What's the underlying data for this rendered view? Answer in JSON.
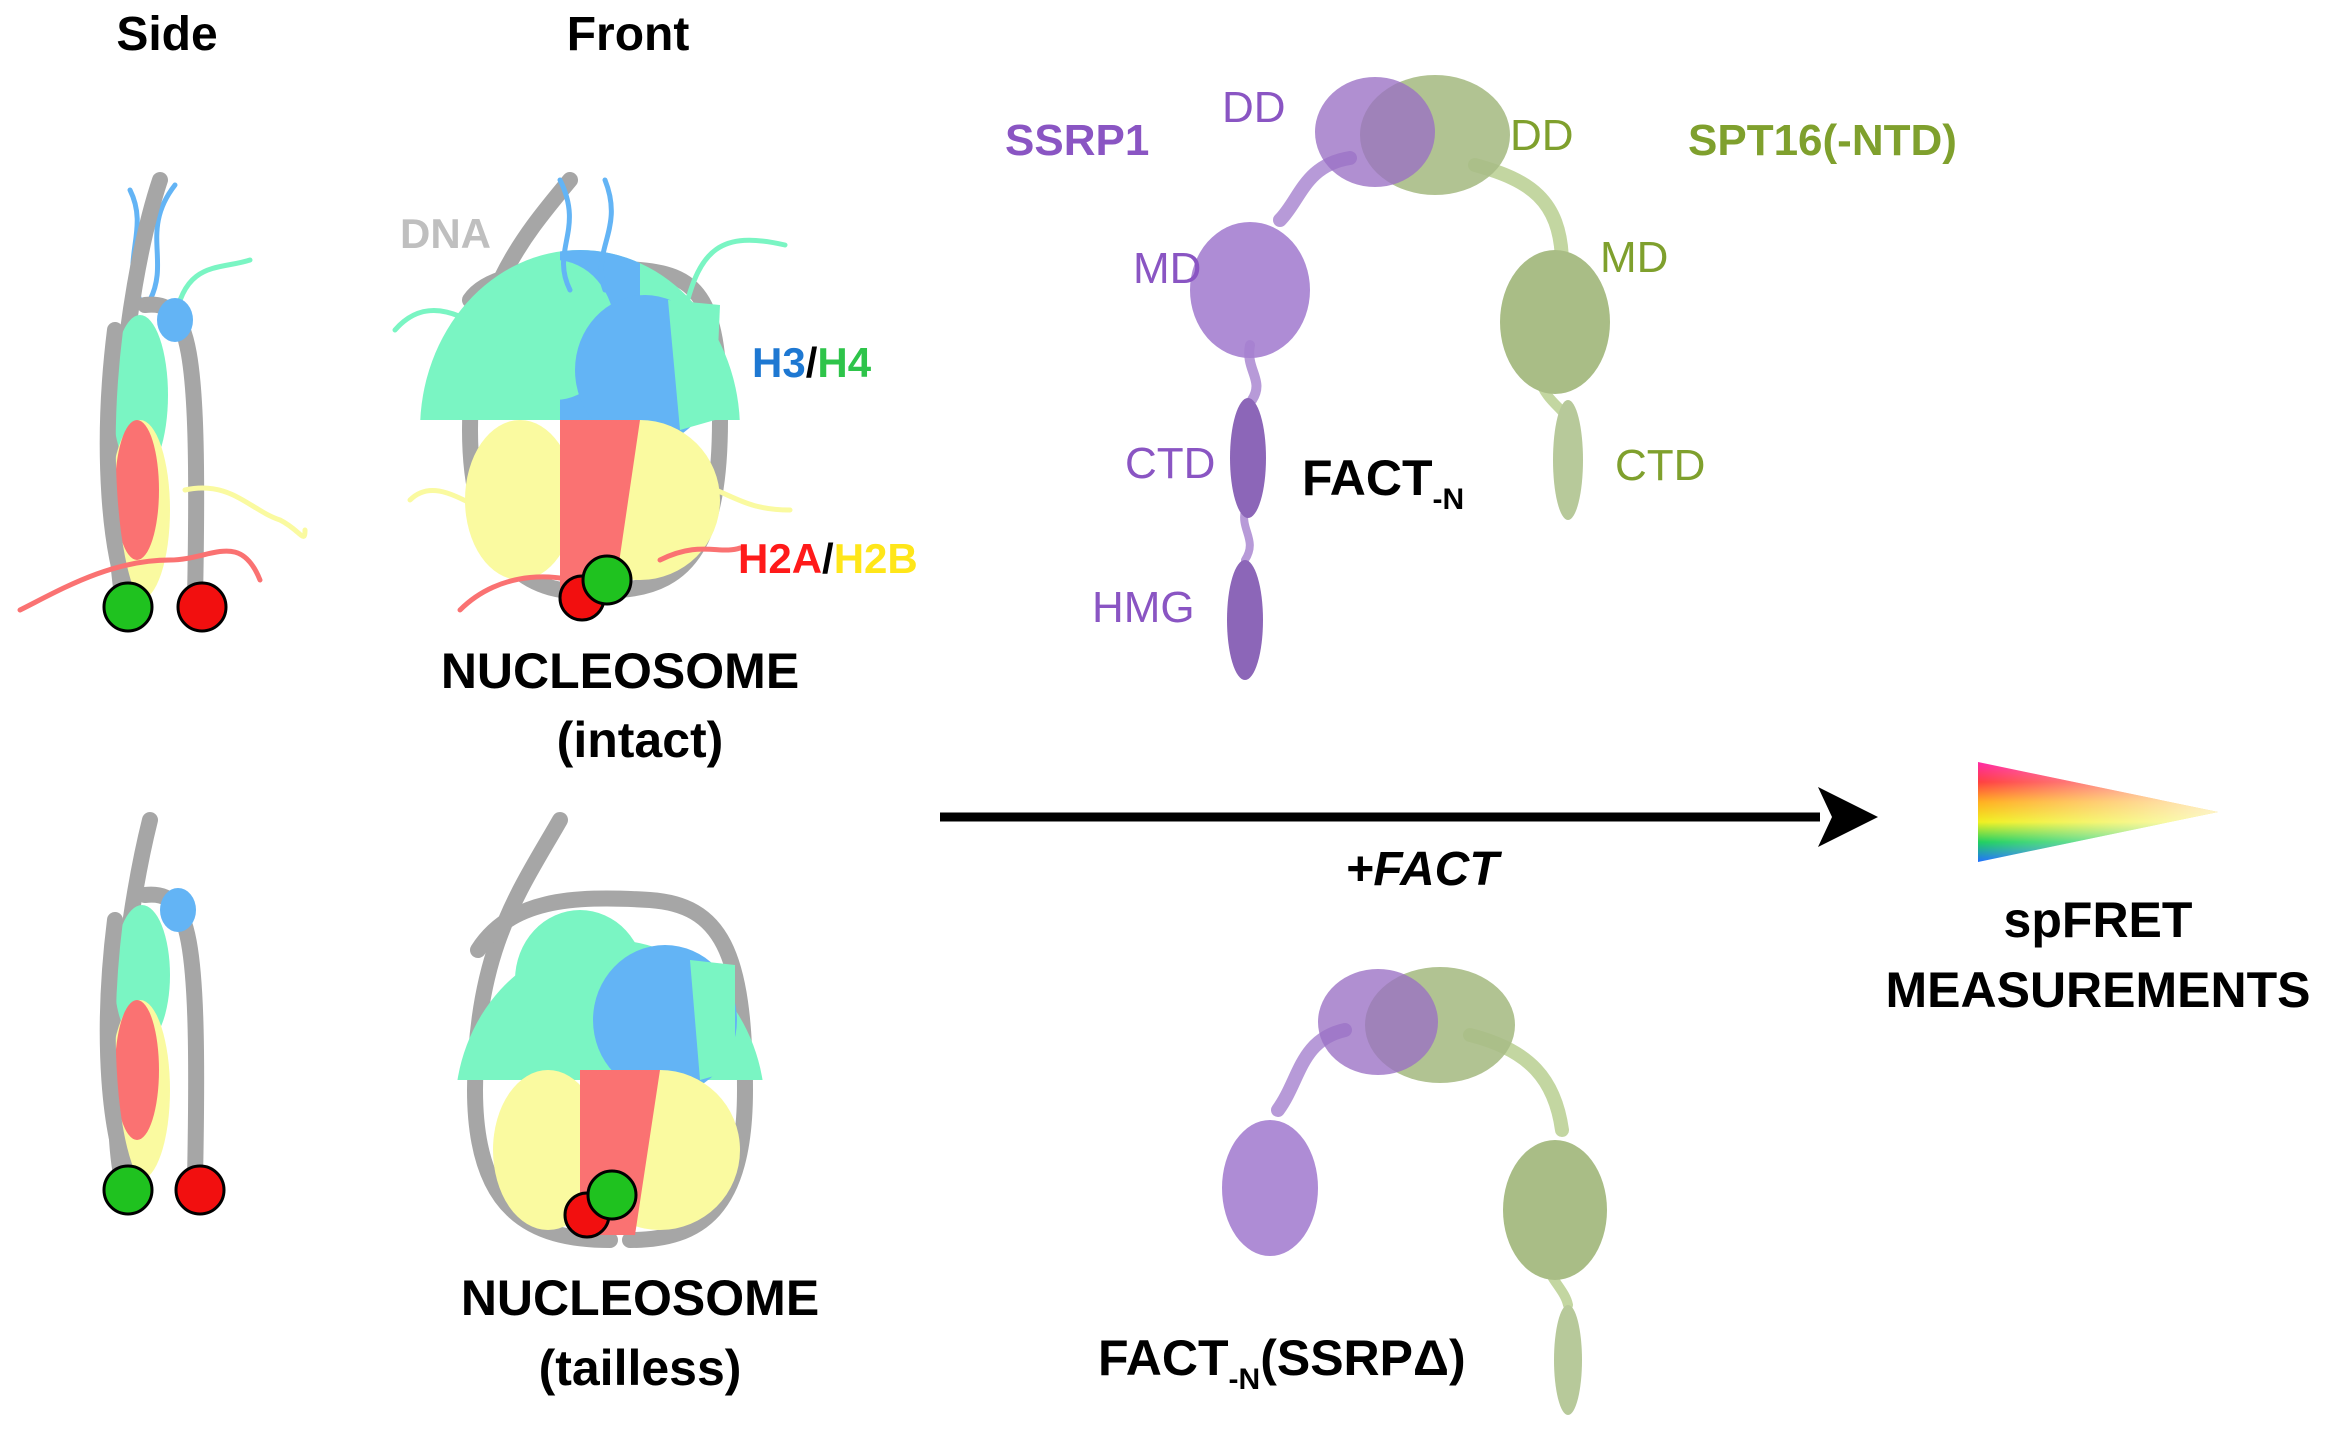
{
  "labels": {
    "side": "Side",
    "front": "Front",
    "dna": "DNA",
    "h3": "H3",
    "slash": "/",
    "h4": "H4",
    "h2a": "H2A",
    "h2b": "H2B",
    "nucleosome_intact_l1": "NUCLEOSOME",
    "nucleosome_intact_l2": "(intact)",
    "nucleosome_tailless_l1": "NUCLEOSOME",
    "nucleosome_tailless_l2": "(tailless)",
    "ssrp1": "SSRP1",
    "spt16": "SPT16(-NTD)",
    "dd_left": "DD",
    "dd_right": "DD",
    "md_left": "MD",
    "md_right": "MD",
    "ctd_left": "CTD",
    "ctd_right": "CTD",
    "hmg": "HMG",
    "fact_n_main": "FACT",
    "fact_n_sub": "-N",
    "arrow_label": "+FACT",
    "fact_delta_main": "FACT",
    "fact_delta_sub": "-N",
    "fact_delta_rest": "(SSRPΔ)",
    "spfret_l1": "spFRET",
    "spfret_l2": "MEASUREMENTS"
  },
  "colors": {
    "dna": "#a6a6a6",
    "h3": "#63b4f5",
    "h4": "#7af5c3",
    "h2a": "#fa7272",
    "h2b": "#fafaa0",
    "ssrp1": "#9a6fc4",
    "spt16": "#8ba84e",
    "donor_dye": "#1fc21f",
    "acceptor_dye": "#f20f0f",
    "label_h3": "#1e78d2",
    "label_h4": "#2ec44a",
    "label_h2a": "#ff1a1a",
    "label_h2b": "#ffe619",
    "label_ssrp1": "#8a55c3",
    "label_spt16": "#7fa02d"
  }
}
